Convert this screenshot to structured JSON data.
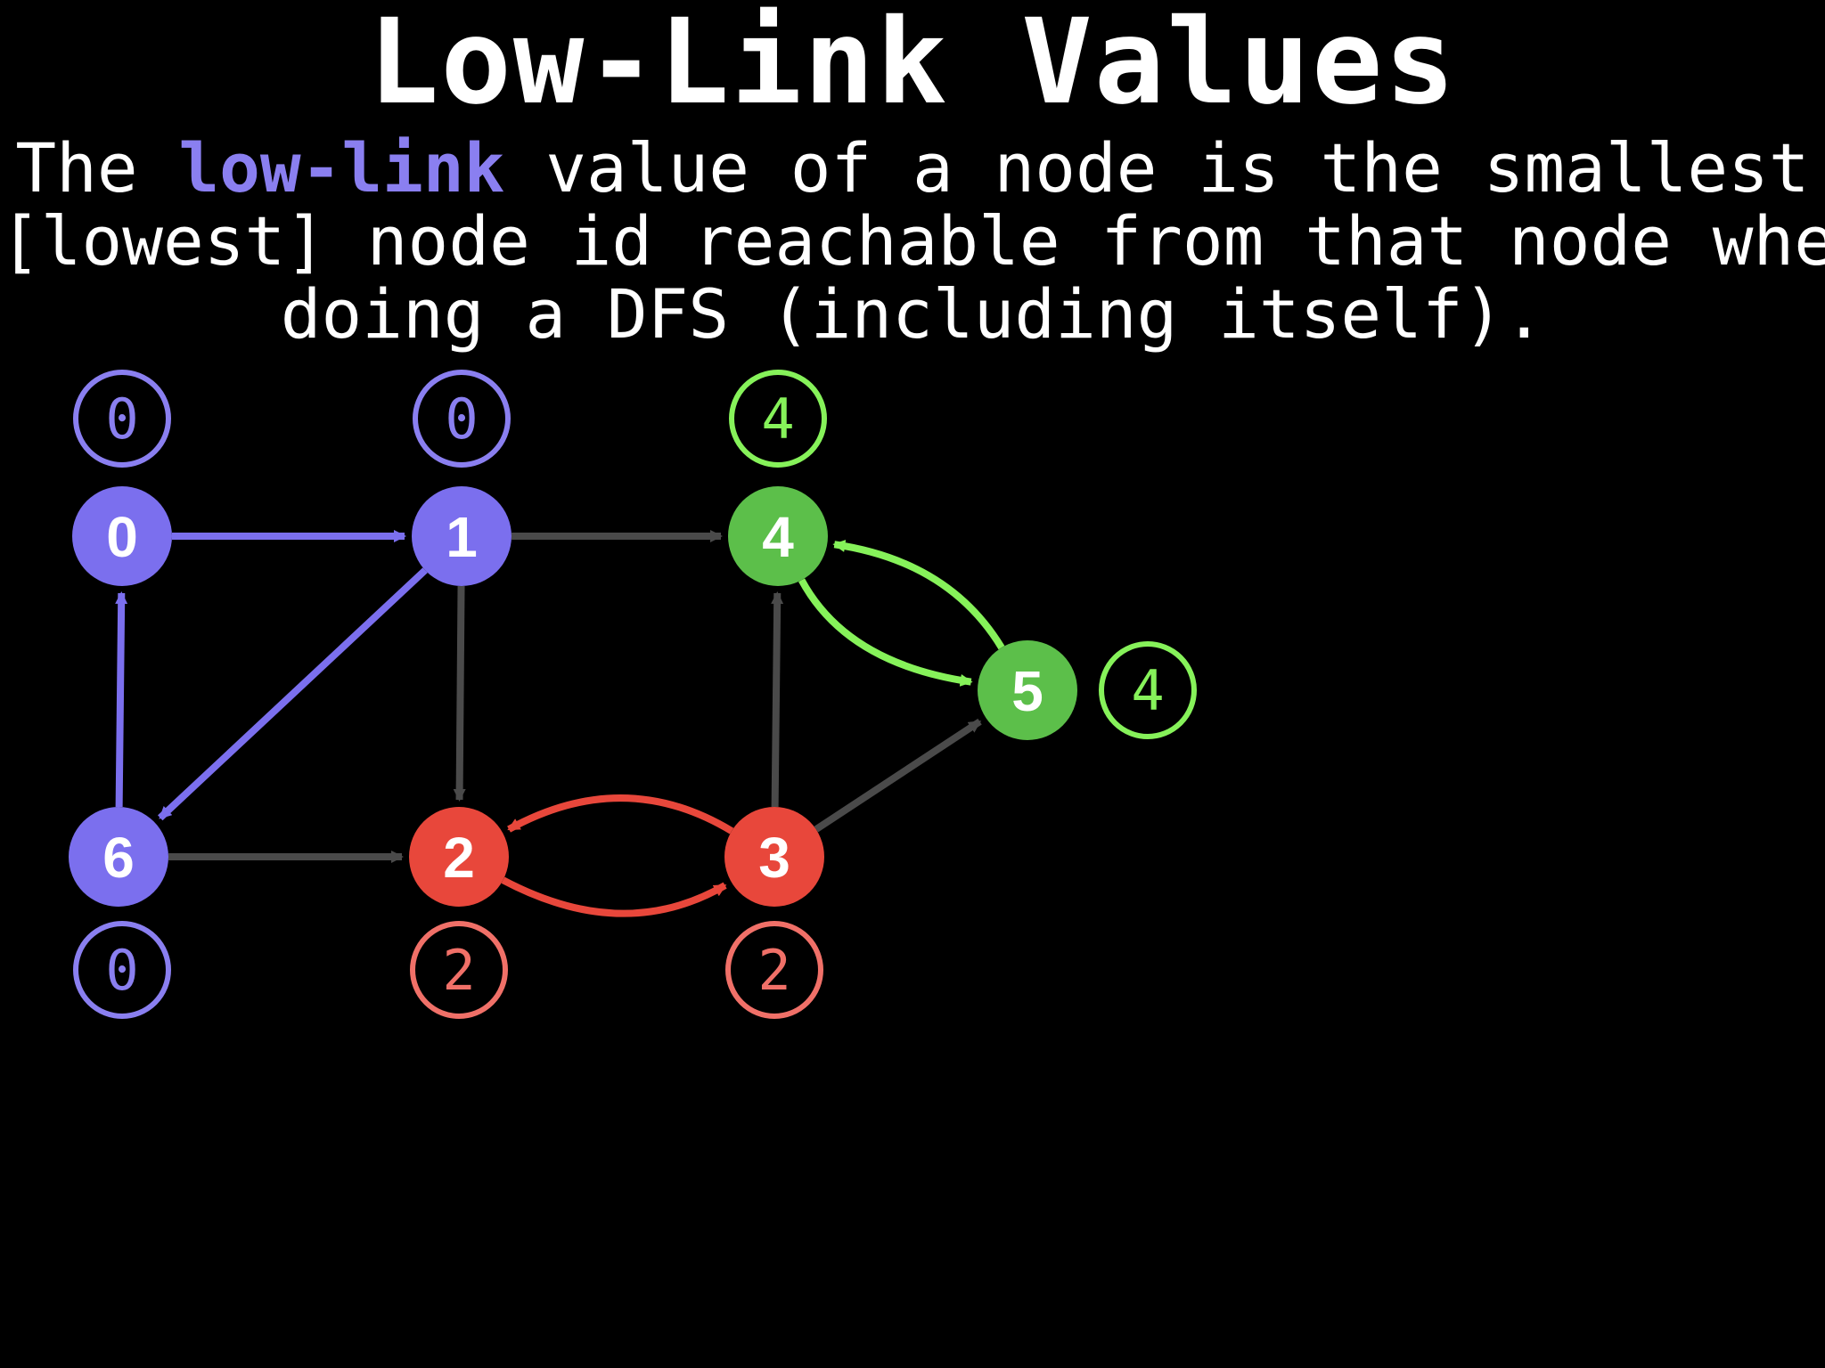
{
  "slide": {
    "title": "Low-Link Values",
    "description": {
      "line1_pre": "The ",
      "line1_keyword": "low-link",
      "line1_post": " value of a node is the smallest",
      "line2": "[lowest] node id reachable from that node when",
      "line3": "doing a DFS (including itself)."
    }
  },
  "colors": {
    "background": "#000000",
    "purple": "#7b6fee",
    "purple_ring": "#8a7ff0",
    "red": "#e8473b",
    "red_ring": "#f07068",
    "green": "#5cbf4a",
    "green_ring": "#86f25a",
    "gray_edge": "#4a4a4a"
  },
  "nodes": [
    {
      "id": "0",
      "label": "0",
      "group": "purple",
      "lowlink": "0"
    },
    {
      "id": "1",
      "label": "1",
      "group": "purple",
      "lowlink": "0"
    },
    {
      "id": "2",
      "label": "2",
      "group": "red",
      "lowlink": "2"
    },
    {
      "id": "3",
      "label": "3",
      "group": "red",
      "lowlink": "2"
    },
    {
      "id": "4",
      "label": "4",
      "group": "green",
      "lowlink": "4"
    },
    {
      "id": "5",
      "label": "5",
      "group": "green",
      "lowlink": "4"
    },
    {
      "id": "6",
      "label": "6",
      "group": "purple",
      "lowlink": "0"
    }
  ],
  "edges": [
    {
      "from": "0",
      "to": "1",
      "color": "purple"
    },
    {
      "from": "1",
      "to": "4",
      "color": "gray"
    },
    {
      "from": "1",
      "to": "6",
      "color": "purple"
    },
    {
      "from": "1",
      "to": "2",
      "color": "gray"
    },
    {
      "from": "6",
      "to": "0",
      "color": "purple"
    },
    {
      "from": "6",
      "to": "2",
      "color": "gray"
    },
    {
      "from": "2",
      "to": "3",
      "color": "red"
    },
    {
      "from": "3",
      "to": "2",
      "color": "red"
    },
    {
      "from": "3",
      "to": "4",
      "color": "gray"
    },
    {
      "from": "3",
      "to": "5",
      "color": "gray"
    },
    {
      "from": "4",
      "to": "5",
      "color": "green"
    },
    {
      "from": "5",
      "to": "4",
      "color": "green"
    }
  ]
}
